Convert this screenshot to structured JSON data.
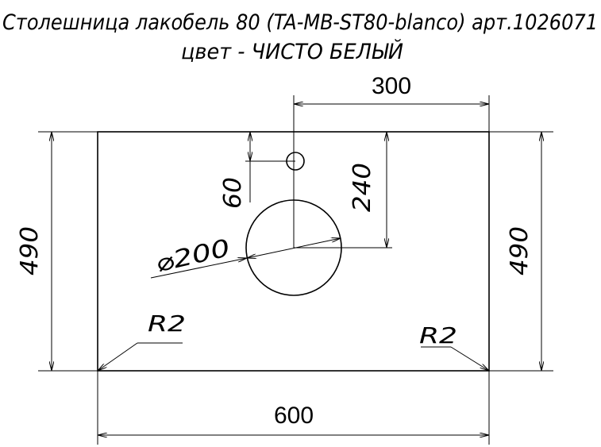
{
  "title": {
    "line1": "Столешница лакобель 80 (TA-MB-ST80-blanco) арт.1026071",
    "line2": "цвет - ЧИСТО БЕЛЫЙ"
  },
  "dimensions": {
    "hole_offset_x": "300",
    "height_left": "490",
    "height_right": "490",
    "width": "600",
    "sink_offset_y": "240",
    "tap_offset_y": "60",
    "sink_diameter": "⌀200",
    "radius_left": "R2",
    "radius_right": "R2"
  }
}
